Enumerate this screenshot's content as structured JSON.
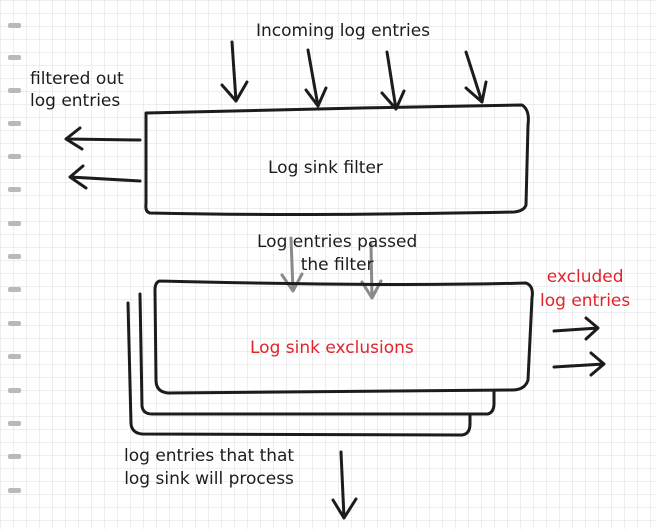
{
  "labels": {
    "incoming": "Incoming log entries",
    "filtered_out_1": "filtered out",
    "filtered_out_2": "log entries",
    "filter_box": "Log sink filter",
    "passed_1": "Log entries passed",
    "passed_2": "the filter",
    "exclusions_box": "Log sink exclusions",
    "excluded_1": "excluded",
    "excluded_2": "log entries",
    "process_1": "log entries that that",
    "process_2": "log sink will process"
  },
  "colors": {
    "ink": "#1c1c1c",
    "accent_red": "#e0242c",
    "grey_arrow": "#8a8a8a",
    "grid": "#dcdcdc"
  }
}
